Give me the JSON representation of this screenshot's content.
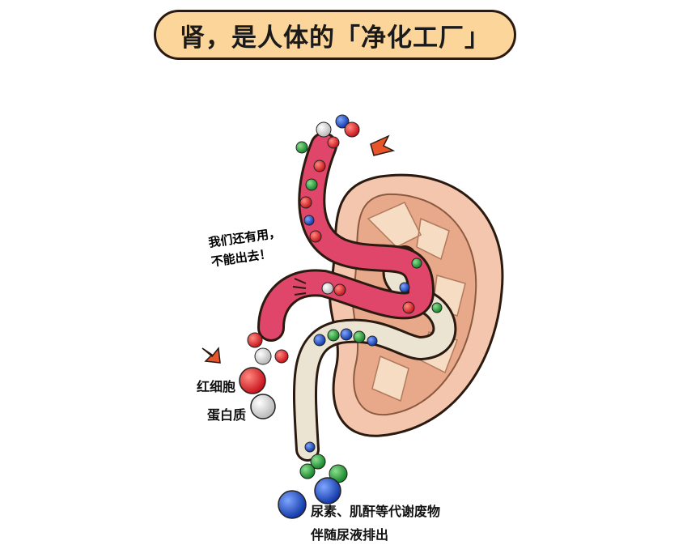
{
  "title": "肾，是人体的「净化工厂」",
  "speech": {
    "line1": "我们还有用，",
    "line2": "不能出去！"
  },
  "labels": {
    "red_cell": "红细胞",
    "protein": "蛋白质",
    "waste_line1": "尿素、肌酐等代谢废物",
    "waste_line2": "伴随尿液排出"
  },
  "colors": {
    "banner_fill": "#fbd59a",
    "vessel": "#e0456a",
    "tube": "#ece4d2",
    "kidney": "#f4c6ad",
    "red_ball": "#e2242a",
    "green_ball": "#2aa33c",
    "blue_ball": "#1f55c8",
    "white_ball": "#e6e6e6",
    "arrow": "#e8552a"
  }
}
